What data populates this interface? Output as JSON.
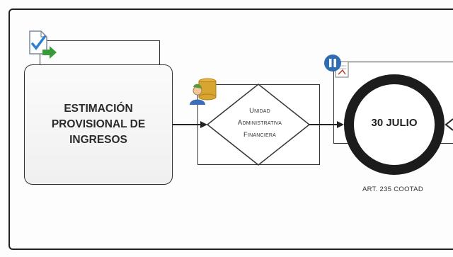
{
  "diagram": {
    "nodes": {
      "estimate": {
        "label": "ESTIMACIÓN PROVISIONAL DE INGRESOS"
      },
      "unit": {
        "line1": "Unidad",
        "line2": "Administrativa",
        "line3": "Financiera"
      },
      "deadline": {
        "label": "30 JULIO",
        "caption": "ART. 235 COOTAD"
      }
    },
    "edges": [
      {
        "from": "estimate",
        "to": "unit"
      },
      {
        "from": "unit",
        "to": "deadline"
      }
    ],
    "icons": {
      "document": "document-check-arrow-icon",
      "user": "user-database-icon",
      "pause": "pause-document-icon"
    },
    "colors": {
      "stroke": "#222222",
      "ring": "#1c1c1c",
      "check": "#2f7fd0",
      "arrow_green": "#3a9a3a",
      "db_gold": "#d9a531",
      "pause_blue": "#2e6db4"
    }
  }
}
